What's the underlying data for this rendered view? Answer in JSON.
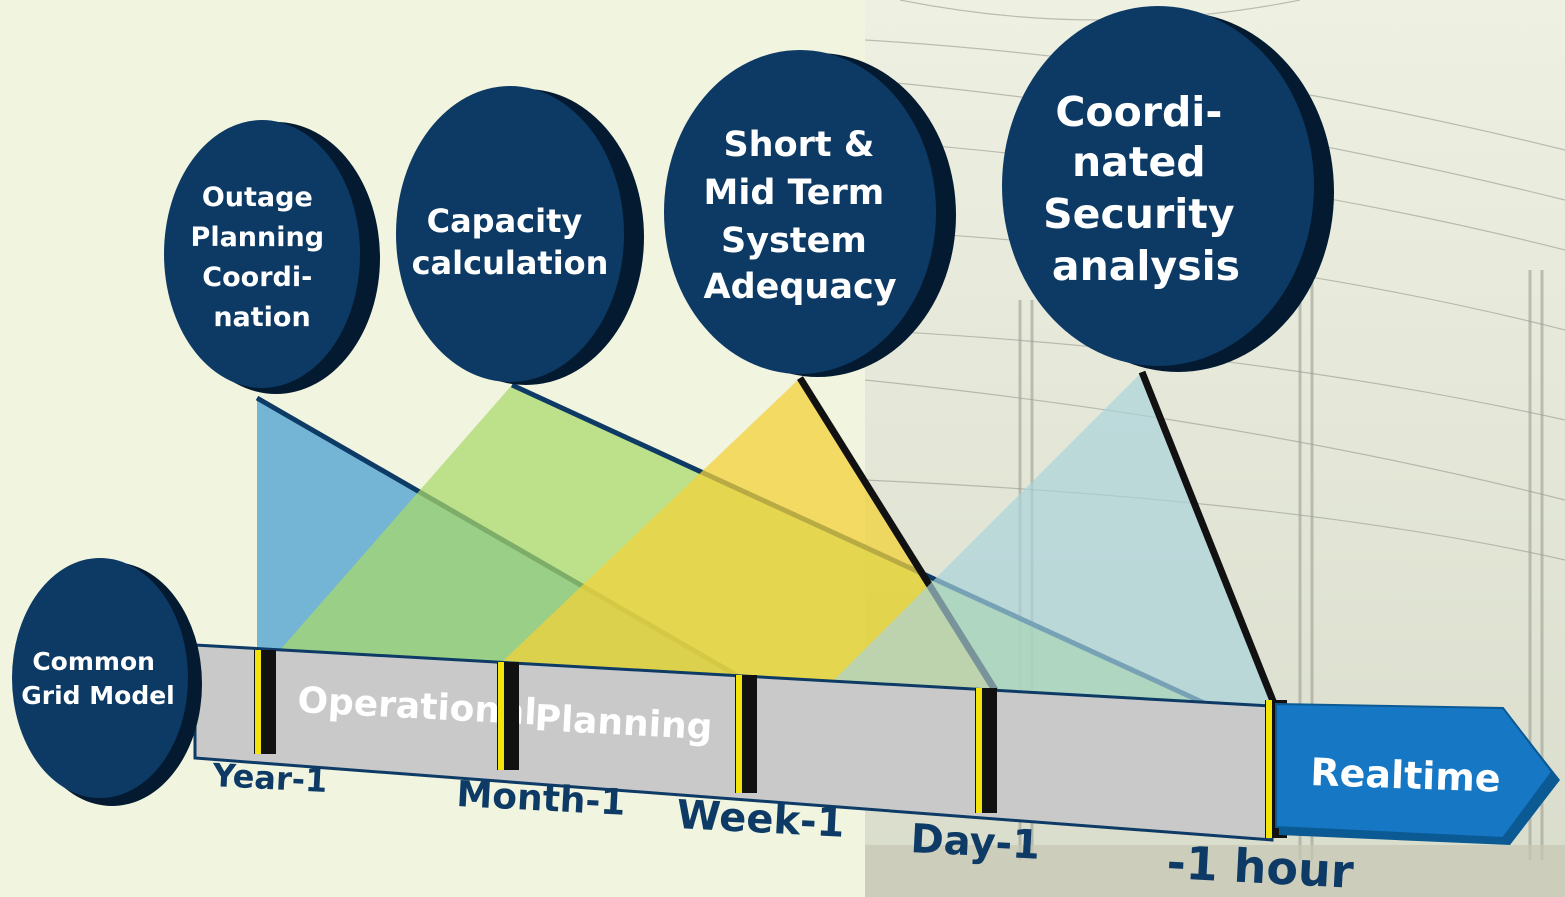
{
  "process_circles": [
    {
      "id": "outage",
      "lines": [
        "Outage",
        "Planning",
        "Coordi-",
        "nation"
      ]
    },
    {
      "id": "capacity",
      "lines": [
        "Capacity",
        "calculation"
      ]
    },
    {
      "id": "adequacy",
      "lines": [
        "Short &",
        "Mid Term",
        "System",
        "Adequacy"
      ]
    },
    {
      "id": "security",
      "lines": [
        "Coordi-",
        "nated",
        "Security",
        "analysis"
      ]
    }
  ],
  "common_grid_model": {
    "lines": [
      "Common",
      "Grid Model"
    ]
  },
  "timeline": {
    "band_words": [
      "Operational",
      "Planning"
    ],
    "ticks": [
      "Year-1",
      "Month-1",
      "Week-1",
      "Day-1",
      "-1 hour"
    ],
    "realtime_label": "Realtime"
  },
  "colors": {
    "circle_fill": "#0c3a64",
    "circle_shadow": "#041a30",
    "band_fill": "#c9c9c9",
    "tick_yellow": "#f2e30a",
    "arrow_blue": "#1677c4",
    "label_navy": "#0d3b66",
    "tri_outage": "#5ea9d3",
    "tri_capacity": "#a9d96a",
    "tri_adequacy": "#f1d23a",
    "tri_security": "#a9d3dc",
    "background_light": "#f1f4df",
    "background_photo": "#e3e6d6"
  }
}
